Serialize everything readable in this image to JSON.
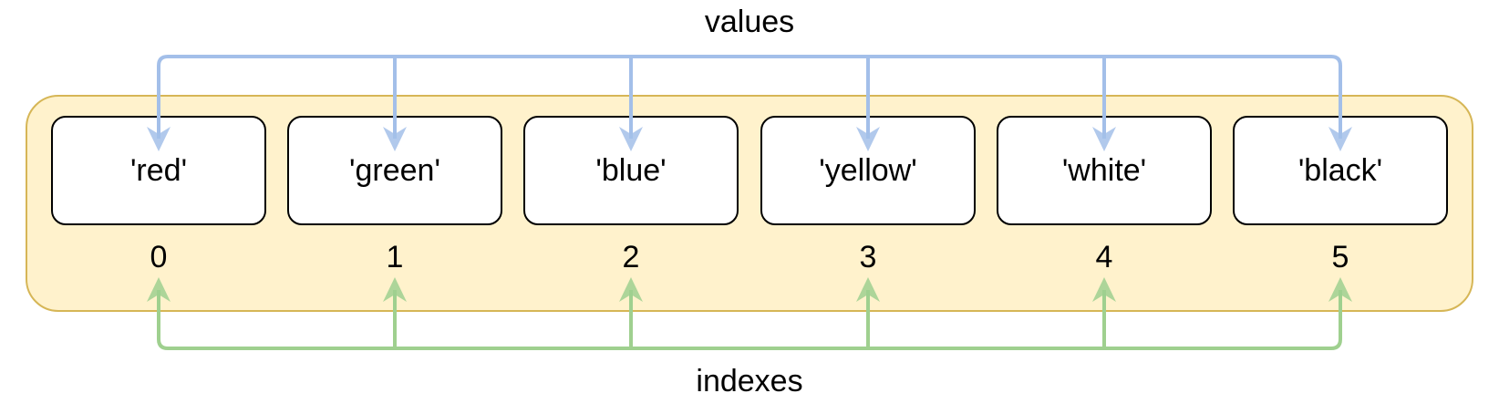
{
  "diagram": {
    "top_label": "values",
    "bottom_label": "indexes",
    "items": [
      {
        "value": "'red'",
        "index": "0"
      },
      {
        "value": "'green'",
        "index": "1"
      },
      {
        "value": "'blue'",
        "index": "2"
      },
      {
        "value": "'yellow'",
        "index": "3"
      },
      {
        "value": "'white'",
        "index": "4"
      },
      {
        "value": "'black'",
        "index": "5"
      }
    ],
    "colors": {
      "container_fill": "#FFF2CC",
      "container_border": "#D6B656",
      "values_arrow": "#A3BFE9",
      "indexes_arrow": "#9FD08F",
      "box_fill": "#FFFFFF",
      "box_border": "#000000",
      "text": "#000000"
    }
  }
}
